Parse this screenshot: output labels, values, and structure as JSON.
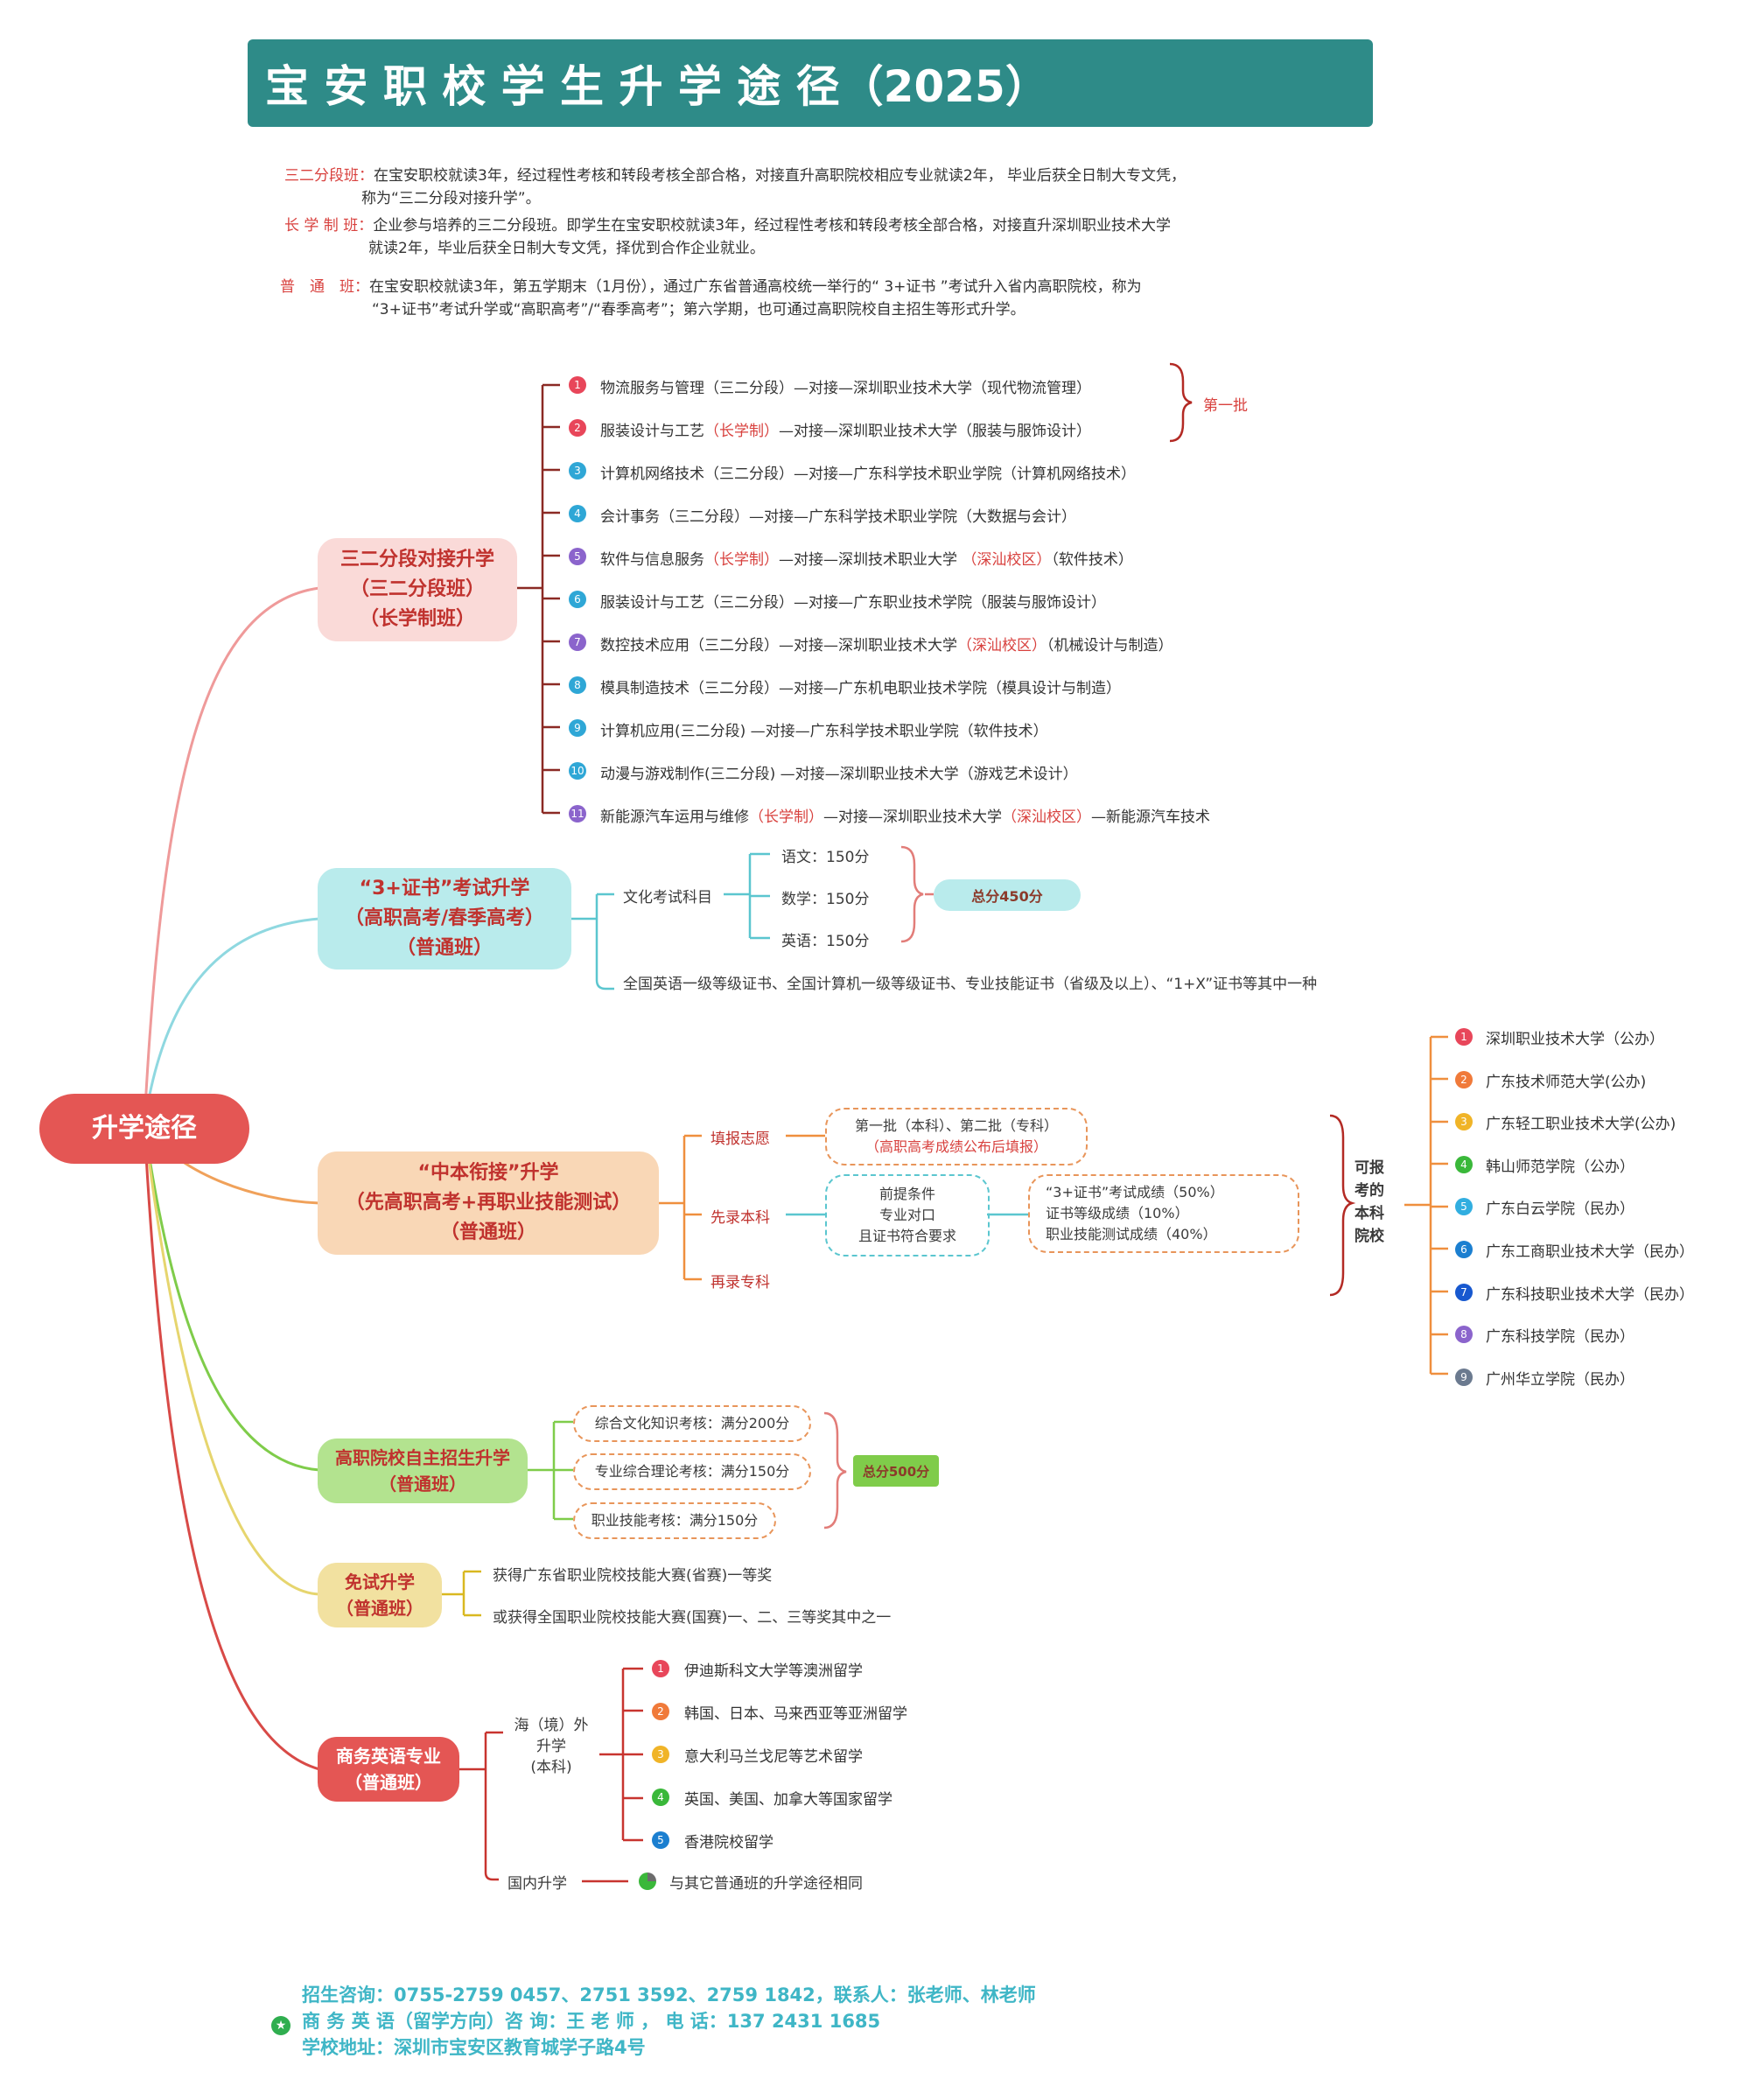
{
  "title": "宝 安 职 校 学 生 升 学 途 径（2025）",
  "intro": [
    {
      "label": "三二分段班：",
      "text": "在宝安职校就读3年，经过程性考核和转段考核全部合格，对接直升高职院校相应专业就读2年， 毕业后获全日制大专文凭，",
      "text2": "称为“三二分段对接升学”。"
    },
    {
      "label": "长 学 制 班：",
      "text": "企业参与培养的三二分段班。即学生在宝安职校就读3年，经过程性考核和转段考核全部合格，对接直升深圳职业技术大学",
      "text2": "就读2年，毕业后获全日制大专文凭，择优到合作企业就业。"
    },
    {
      "label": "普　通　班：",
      "text": "在宝安职校就读3年，第五学期末（1月份），通过广东省普通高校统一举行的“ 3+证书 ”考试升入省内高职院校，称为",
      "text2": "“3+证书”考试升学或“高职高考”/“春季高考”；第六学期，也可通过高职院校自主招生等形式升学。"
    }
  ],
  "root": "升学途径",
  "branches": {
    "b1": {
      "lines": [
        "三二分段对接升学",
        "（三二分段班）",
        "（长学制班）"
      ]
    },
    "b2": {
      "lines": [
        "“3+证书”考试升学",
        "（高职高考/春季高考）",
        "（普通班）"
      ]
    },
    "b3": {
      "lines": [
        "“中本衔接”升学",
        "（先高职高考+再职业技能测试）",
        "（普通班）"
      ]
    },
    "b4": {
      "lines": [
        "高职院校自主招生升学",
        "（普通班）"
      ]
    },
    "b5": {
      "lines": [
        "免试升学",
        "（普通班）"
      ]
    },
    "b6": {
      "lines": [
        "商务英语专业",
        "（普通班）"
      ]
    }
  },
  "b1_items": [
    {
      "n": "1",
      "parts": [
        {
          "t": "物流服务与管理（三二分段）—对接—深圳职业技术大学（现代物流管理）",
          "h": false
        }
      ]
    },
    {
      "n": "2",
      "parts": [
        {
          "t": "服装设计与工艺",
          "h": false
        },
        {
          "t": "（长学制）",
          "h": true
        },
        {
          "t": "—对接—深圳职业技术大学（服装与服饰设计）",
          "h": false
        }
      ]
    },
    {
      "n": "3",
      "parts": [
        {
          "t": "计算机网络技术（三二分段）—对接—广东科学技术职业学院（计算机网络技术）",
          "h": false
        }
      ]
    },
    {
      "n": "4",
      "parts": [
        {
          "t": "会计事务（三二分段）—对接—广东科学技术职业学院（大数据与会计）",
          "h": false
        }
      ]
    },
    {
      "n": "5",
      "parts": [
        {
          "t": "软件与信息服务",
          "h": false
        },
        {
          "t": "（长学制）",
          "h": true
        },
        {
          "t": "—对接—深圳技术职业大学 ",
          "h": false
        },
        {
          "t": "（深汕校区）",
          "h": true
        },
        {
          "t": "（软件技术）",
          "h": false
        }
      ]
    },
    {
      "n": "6",
      "parts": [
        {
          "t": "服装设计与工艺（三二分段）—对接—广东职业技术学院（服装与服饰设计）",
          "h": false
        }
      ]
    },
    {
      "n": "7",
      "parts": [
        {
          "t": "数控技术应用（三二分段）—对接—深圳职业技术大学",
          "h": false
        },
        {
          "t": "（深汕校区）",
          "h": true
        },
        {
          "t": "（机械设计与制造）",
          "h": false
        }
      ]
    },
    {
      "n": "8",
      "parts": [
        {
          "t": "模具制造技术（三二分段）—对接—广东机电职业技术学院（模具设计与制造）",
          "h": false
        }
      ]
    },
    {
      "n": "9",
      "parts": [
        {
          "t": "计算机应用(三二分段) —对接—广东科学技术职业学院（软件技术）",
          "h": false
        }
      ]
    },
    {
      "n": "10",
      "parts": [
        {
          "t": "动漫与游戏制作(三二分段) —对接—深圳职业技术大学（游戏艺术设计）",
          "h": false
        }
      ]
    },
    {
      "n": "11",
      "parts": [
        {
          "t": "新能源汽车运用与维修",
          "h": false
        },
        {
          "t": "（长学制）",
          "h": true
        },
        {
          "t": "—对接—深圳职业技术大学",
          "h": false
        },
        {
          "t": "（深汕校区）",
          "h": true
        },
        {
          "t": "—新能源汽车技术",
          "h": false
        }
      ]
    }
  ],
  "b1_batch": "第一批",
  "b2": {
    "subject_label": "文化考试科目",
    "subjects": [
      "语文：150分",
      "数学：150分",
      "英语：150分"
    ],
    "total": "总分450分",
    "cert": "全国英语一级等级证书、全国计算机一级等级证书、专业技能证书（省级及以上）、“1+X”证书等其中一种"
  },
  "b3": {
    "apply_label": "填报志愿",
    "apply_box": [
      "第一批（本科）、第二批（专科）",
      "（高职高考成绩公布后填报）"
    ],
    "first_label": "先录本科",
    "prereq": [
      "前提条件",
      "专业对口",
      "且证书符合要求"
    ],
    "scores": [
      "“3+证书”考试成绩（50%）",
      "证书等级成绩（10%）",
      "职业技能测试成绩（40%）"
    ],
    "then_label": "再录专科",
    "schools_label": [
      "可报",
      "考的",
      "本科",
      "院校"
    ],
    "schools": [
      "深圳职业技术大学（公办）",
      "广东技术师范大学(公办)",
      "广东轻工职业技术大学(公办)",
      "韩山师范学院（公办）",
      "广东白云学院（民办）",
      "广东工商职业技术大学（民办）",
      "广东科技职业技术大学（民办）",
      "广东科技学院（民办）",
      "广州华立学院（民办）"
    ]
  },
  "b4": {
    "items": [
      "综合文化知识考核：满分200分",
      "专业综合理论考核：满分150分",
      "职业技能考核：满分150分"
    ],
    "total": "总分500分"
  },
  "b5": {
    "items": [
      "获得广东省职业院校技能大赛(省赛)一等奖",
      "或获得全国职业院校技能大赛(国赛)一、二、三等奖其中之一"
    ]
  },
  "b6": {
    "overseas_label": [
      "海（境）外",
      "升学",
      "(本科)"
    ],
    "overseas": [
      "伊迪斯科文大学等澳洲留学",
      "韩国、日本、马来西亚等亚洲留学",
      "意大利马兰戈尼等艺术留学",
      "英国、美国、加拿大等国家留学",
      "香港院校留学"
    ],
    "domestic_label": "国内升学",
    "domestic": "与其它普通班的升学途径相同"
  },
  "footer": [
    "招生咨询：0755-2759 0457、2751 3592、2759 1842，联系人：张老师、林老师",
    "商 务 英 语（留学方向）咨 询：王 老 师 ， 电 话：137  2431 1685",
    "学校地址：深圳市宝安区教育城学子路4号"
  ],
  "colors": {
    "banner": "#2e8b88",
    "root": "#e45654",
    "b1": "#fadad8",
    "b2": "#b9ebec",
    "b3": "#f9d7b6",
    "b4": "#b3e38f",
    "b5": "#f2e1a0",
    "b6": "#e45654",
    "highlight": "#d8413e",
    "footer": "#3fb6c6"
  }
}
